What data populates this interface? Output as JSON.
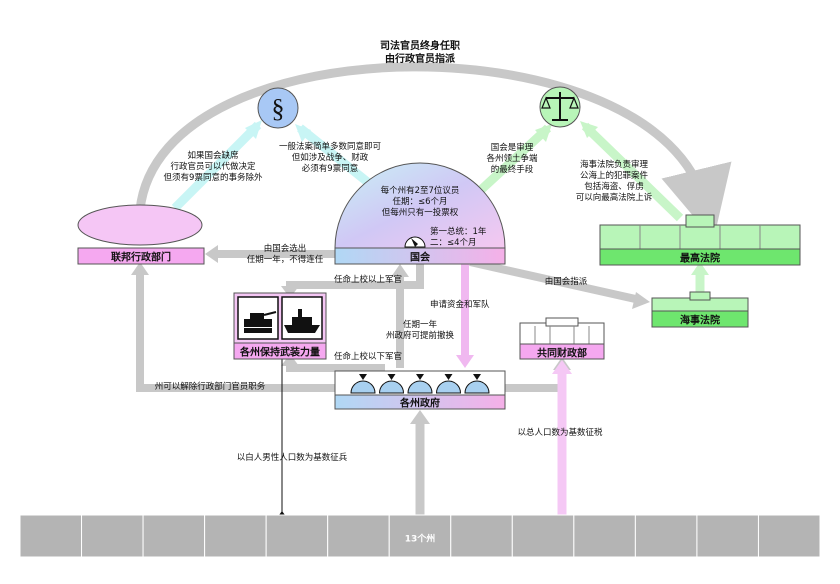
{
  "colors": {
    "gray_arrow": "#c8c8c8",
    "pink": "#f0a8f0",
    "pink_fill": "#f5c6f5",
    "green": "#b8f5b8",
    "green_fill": "#b0f0b0",
    "cyan": "#c8f5f5",
    "blue": "#a8c8f5",
    "state_gray": "#b4b4b4",
    "bar_pink": "#f5a8f0"
  },
  "top_note": {
    "line1": "司法官员终身任职",
    "line2": "由行政官员指派"
  },
  "icons": {
    "legislation": "section-sign-icon",
    "justice": "scales-icon"
  },
  "notes": {
    "veto": "如果国会缺席\n行政官员可以代做决定\n但须有9票同意的事务除外",
    "majority": "一般法案简单多数同意即可\n但如涉及战争、财政\n必须有9票同意",
    "dispute": "国会是审理\n各州领土争端\n的最终手段",
    "admiralty_note": "海事法院负责审理\n公海上的犯罪案件\n包括海盗、俘虏\n可以向最高法院上诉",
    "congress_detail": "每个州有2至7位议员\n任期：≤6个月\n但每州只有一投票权",
    "congress_term": "第一总统：1年\n二：≤4个月",
    "elected": "由国会选出\n任期一年，不得连任",
    "appoint_high": "任命上校以上军官",
    "appoint_low": "任命上校以下军官",
    "funds": "申请资金和军队",
    "state_term": "任期一年\n州政府可提前撤换",
    "court_appoint": "由国会指派",
    "dismiss": "州可以解除行政部门官员职务",
    "conscript": "以白人男性人口数为基数征兵",
    "tax": "以总人口数为基数征税"
  },
  "boxes": {
    "executive": "联邦行政部门",
    "congress": "国会",
    "supreme": "最高法院",
    "admiralty": "海事法院",
    "militia": "各州保持武装力量",
    "treasury": "共同财政部",
    "state_gov": "各州政府"
  },
  "states_bar": {
    "label": "13个州",
    "count": 13
  }
}
